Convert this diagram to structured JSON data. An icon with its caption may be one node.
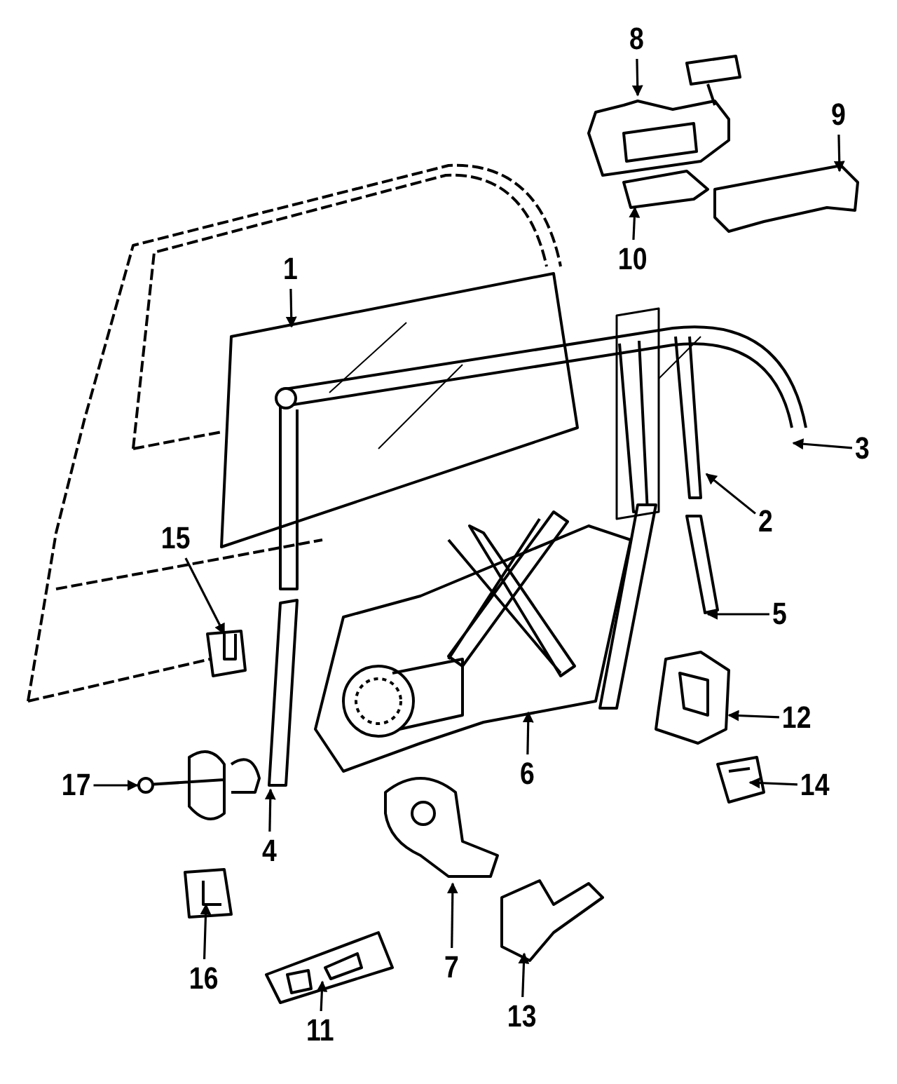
{
  "diagram": {
    "nodes": [
      {
        "text": [
          "8"
        ]
      },
      {
        "text": [
          "9"
        ]
      },
      {
        "text": [
          "10"
        ]
      },
      {
        "text": [
          "1"
        ]
      },
      {
        "text": [
          "3"
        ]
      },
      {
        "text": [
          "2"
        ]
      },
      {
        "text": [
          "15"
        ]
      },
      {
        "text": [
          "5"
        ]
      },
      {
        "text": [
          "12"
        ]
      },
      {
        "text": [
          "6"
        ]
      },
      {
        "text": [
          "17"
        ]
      },
      {
        "text": [
          "14"
        ]
      },
      {
        "text": [
          "4"
        ]
      },
      {
        "text": [
          "7"
        ]
      },
      {
        "text": [
          "16"
        ]
      },
      {
        "text": [
          "13"
        ]
      },
      {
        "text": [
          "11"
        ]
      }
    ],
    "edges": [
      {
        "from": 0,
        "to": null,
        "arrow": "to"
      },
      {
        "from": 1,
        "to": null,
        "arrow": "to"
      },
      {
        "from": 2,
        "to": null,
        "arrow": "to"
      },
      {
        "from": 3,
        "to": null,
        "arrow": "to"
      },
      {
        "from": 4,
        "to": null,
        "arrow": "to"
      },
      {
        "from": 5,
        "to": null,
        "arrow": "to"
      },
      {
        "from": 6,
        "to": null,
        "arrow": "to"
      },
      {
        "from": 7,
        "to": null,
        "arrow": "to"
      },
      {
        "from": 8,
        "to": null,
        "arrow": "to"
      },
      {
        "from": 9,
        "to": null,
        "arrow": "to"
      },
      {
        "from": 10,
        "to": null,
        "arrow": "to"
      },
      {
        "from": 11,
        "to": null,
        "arrow": "to"
      },
      {
        "from": 12,
        "to": null,
        "arrow": "to"
      },
      {
        "from": 13,
        "to": null,
        "arrow": "to"
      },
      {
        "from": 14,
        "to": null,
        "arrow": "to"
      },
      {
        "from": 15,
        "to": null,
        "arrow": "to"
      },
      {
        "from": 16,
        "to": null,
        "arrow": "to"
      }
    ]
  }
}
